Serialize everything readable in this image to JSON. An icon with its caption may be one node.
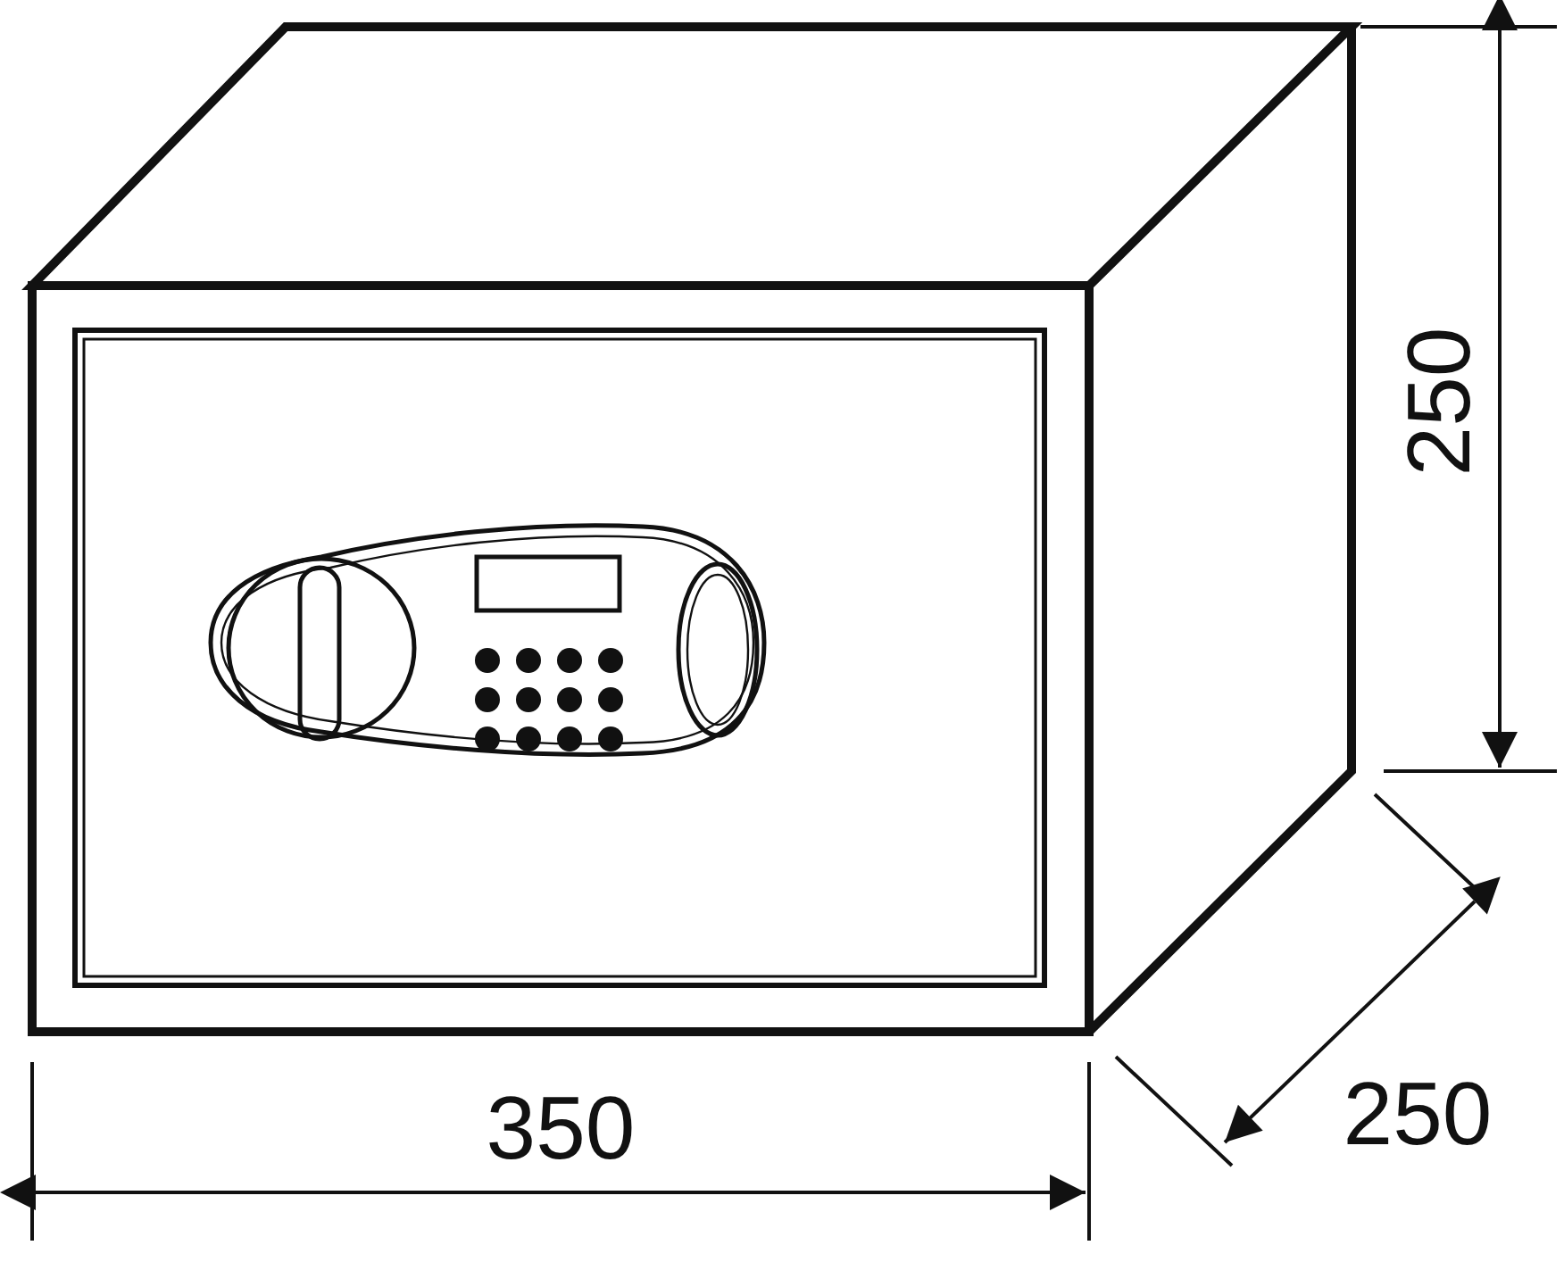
{
  "diagram": {
    "labels": [
      "250",
      "250",
      "350"
    ]
  }
}
